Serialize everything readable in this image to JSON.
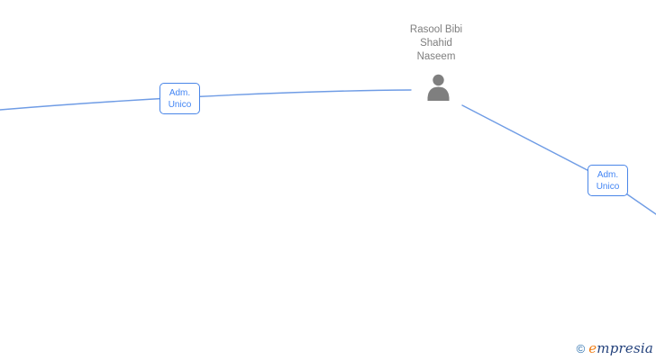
{
  "diagram": {
    "person": {
      "name": "Rasool Bibi Shahid Naseem",
      "name_lines": [
        "Rasool Bibi",
        "Shahid",
        "Naseem"
      ]
    },
    "role_labels": [
      {
        "lines": [
          "Adm.",
          "Unico"
        ]
      },
      {
        "lines": [
          "Adm.",
          "Unico"
        ]
      }
    ]
  },
  "footer": {
    "copyright_symbol": "©",
    "brand_first_letter": "e",
    "brand_rest": "mpresia"
  },
  "colors": {
    "edge": "#6f9ce5",
    "box_border": "#4a86e8",
    "box_text": "#4285f4",
    "person_icon": "#7f7f7f",
    "name_text": "#7f7f7f",
    "copyright": "#2a6fad",
    "brand_first": "#f07c12",
    "brand_rest": "#24427c"
  }
}
